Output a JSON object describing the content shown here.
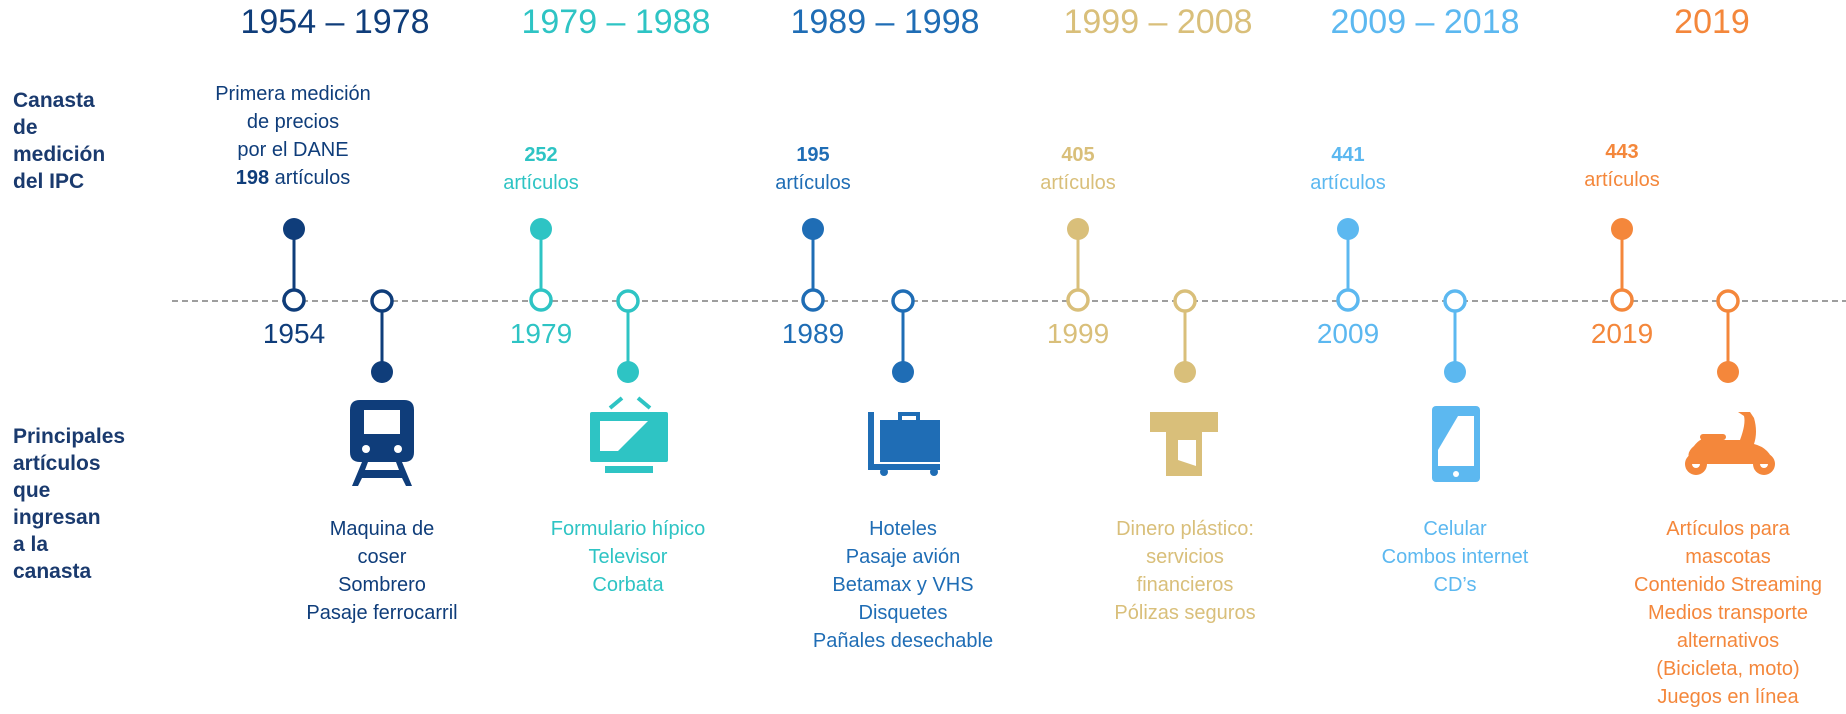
{
  "periods": [
    {
      "label": "1954 – 1978",
      "color": "#0f3d7a"
    },
    {
      "label": "1979 – 1988",
      "color": "#2ec4c4"
    },
    {
      "label": "1989 – 1998",
      "color": "#1f6db5"
    },
    {
      "label": "1999 – 2008",
      "color": "#d9bf7a"
    },
    {
      "label": "2009 – 2018",
      "color": "#5cb8f0"
    },
    {
      "label": "2019",
      "color": "#f4873b"
    }
  ],
  "row_labels": {
    "basket": [
      "Canasta",
      "de",
      "medición",
      "del IPC"
    ],
    "items": [
      "Principales",
      "artículos",
      "que",
      "ingresan",
      "a la",
      "canasta"
    ]
  },
  "first_note": {
    "line1": "Primera medición",
    "line2": "de precios",
    "line3": "por el DANE",
    "count": "198",
    "count_suffix": " artículos"
  },
  "counts": [
    {
      "num": "252",
      "label": "artículos"
    },
    {
      "num": "195",
      "label": "artículos"
    },
    {
      "num": "405",
      "label": "artículos"
    },
    {
      "num": "441",
      "label": "artículos"
    },
    {
      "num": "443",
      "label": "artículos"
    }
  ],
  "years": [
    "1954",
    "1979",
    "1989",
    "1999",
    "2009",
    "2019"
  ],
  "icons": [
    "train-icon",
    "television-icon",
    "luggage-icon",
    "atm-card-icon",
    "mobile-phone-icon",
    "scooter-icon"
  ],
  "item_lists": [
    [
      "Maquina de",
      "coser",
      "Sombrero",
      "Pasaje ferrocarril"
    ],
    [
      "Formulario hípico",
      "Televisor",
      "Corbata"
    ],
    [
      "Hoteles",
      "Pasaje avión",
      "Betamax y VHS",
      "Disquetes",
      "Pañales desechable"
    ],
    [
      "Dinero plástico:",
      "servicios",
      "financieros",
      "Pólizas seguros"
    ],
    [
      "Celular",
      "Combos internet",
      "CD’s"
    ],
    [
      "Artículos para",
      "mascotas",
      "Contenido Streaming",
      "Medios transporte",
      "alternativos",
      "(Bicicleta, moto)",
      "Juegos en línea"
    ]
  ],
  "timeline_line_color": "#7f7f7f"
}
